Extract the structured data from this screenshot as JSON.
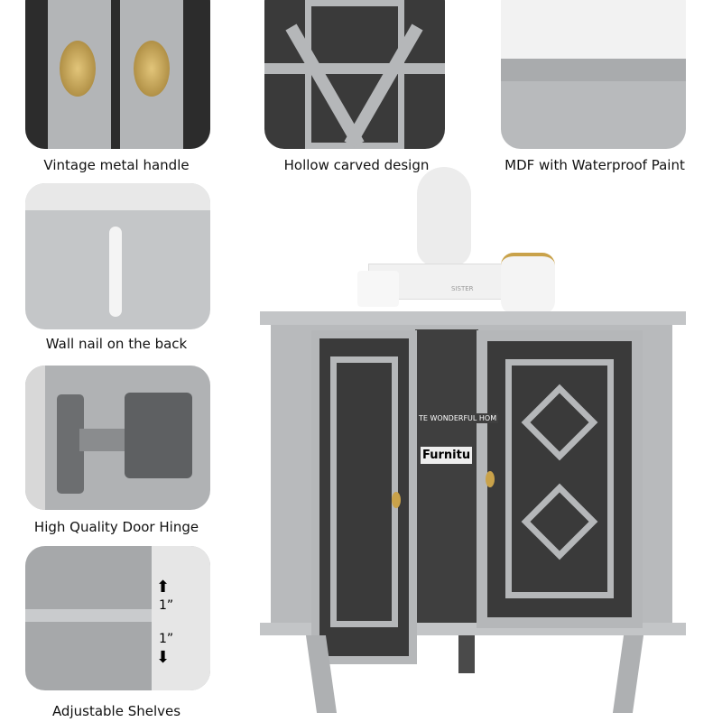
{
  "features": [
    {
      "label": "Vintage metal handle",
      "icon": "handle-photo"
    },
    {
      "label": "Hollow carved design",
      "icon": "carving-photo"
    },
    {
      "label": "MDF with Waterproof Paint",
      "icon": "surface-photo"
    },
    {
      "label": "Wall nail on the back",
      "icon": "wall-nail-photo"
    },
    {
      "label": "High Quality Door Hinge",
      "icon": "hinge-photo"
    },
    {
      "label": "Adjustable Shelves",
      "icon": "shelves-photo"
    }
  ],
  "shelf_gap_top": "1”",
  "shelf_gap_bottom": "1”",
  "book_text": {
    "spine": "SISTER",
    "book_a": "TE WONDERFUL HOM",
    "book_b": "Furnitu"
  },
  "colors": {
    "cabinet": "#b8babc",
    "handle": "#c9a24a",
    "background": "#ffffff"
  }
}
